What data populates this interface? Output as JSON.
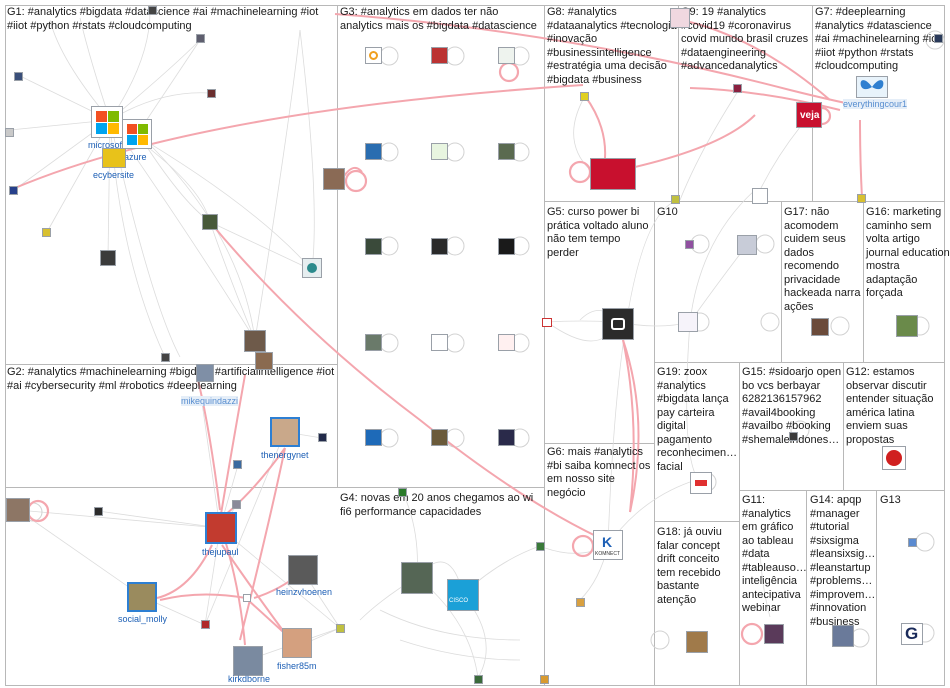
{
  "colors": {
    "edge_gray": "#d8d8d8",
    "edge_pink": "#f4a6ae",
    "edge_pink_strong": "#ef8c98",
    "label_text": "#1a1a1a",
    "node_name": "#1d5fb5",
    "grid_line": "#b8b8b8"
  },
  "groups": [
    {
      "id": "G1",
      "label": "G1: #analytics #bigdata #datascience #ai #machinelearning #iot #iiot #python #rstats #cloudcomputing"
    },
    {
      "id": "G2",
      "label": "G2: #analytics #machinelearning #bigdata #artificialintelligence #iot #ai #cybersecurity #ml #robotics #deeplearning"
    },
    {
      "id": "G3",
      "label": "G3: #analytics em dados ter não analytics mais os #bigdata #datascience"
    },
    {
      "id": "G4",
      "label": "G4: novas em 20 anos chegamos ao wi fi6 performance capacidades"
    },
    {
      "id": "G5",
      "label": "G5: curso power bi prática voltado aluno não tem tempo perder"
    },
    {
      "id": "G6",
      "label": "G6: mais #analytics #bi saiba komnect os em nosso site negócio"
    },
    {
      "id": "G7",
      "label": "G7: #deeplearning #analytics #datascience #ai #machinelearning #iot #iiot #python #rstats #cloudcomputing"
    },
    {
      "id": "G8",
      "label": "G8: #analytics #dataanalytics #tecnologia #inovação #businessintelligence #estratégia uma decisão #bigdata #business"
    },
    {
      "id": "G9",
      "label": "G9: 19 #analytics #covid19 #coronavirus covid mundo brasil cruzes #dataengineering #advancedanalytics"
    },
    {
      "id": "G10",
      "label": "G10"
    },
    {
      "id": "G11",
      "label": "G11: #analytics em gráfico ao tableau #data #tableauso… inteligência antecipativa webinar"
    },
    {
      "id": "G12",
      "label": "G12: estamos observar discutir entender situação américa latina enviem suas propostas"
    },
    {
      "id": "G13",
      "label": "G13"
    },
    {
      "id": "G14",
      "label": "G14: apqp #manager #tutorial #sixsigma #leansixsig… #leanstartup #problems… #improvem… #innovation #business"
    },
    {
      "id": "G15",
      "label": "G15: #sidoarjo open bo vcs berbayar 6282136157962 #avail4booking #availbo #booking #shemaleindones…"
    },
    {
      "id": "G16",
      "label": "G16: marketing caminho sem volta artigo journal education mostra adaptação forçada"
    },
    {
      "id": "G17",
      "label": "G17: não acomodem cuidem seus dados recomendo privacidade hackeada narra ações"
    },
    {
      "id": "G18",
      "label": "G18: já ouviu falar concept drift conceito tem recebido bastante atenção"
    },
    {
      "id": "G19",
      "label": "G19: zoox #analytics #bigdata lança pay carteira digital pagamento reconhecimen… facial"
    }
  ],
  "node_names": {
    "microsoft": "microsoft",
    "azure": "azure",
    "ecybersite": "ecybersite",
    "mikequindazzi": "mikequindazzi",
    "thenergynet": "thenergynet",
    "thejupaul": "thejupaul",
    "heinzvhoenen": "heinzvhoenen",
    "social_molly": "social_molly",
    "fisher85m": "fisher85m",
    "kirkdborne": "kirkdborne",
    "everythingcour1": "everythingcour1"
  },
  "icons": {
    "microsoft": "microsoft-logo-icon",
    "cisco": "cisco-logo-icon",
    "komnect": "komnect-logo-icon",
    "veja": "veja-logo-icon",
    "butterfly": "butterfly-icon",
    "google_g": "google-g-icon"
  },
  "logo_text": {
    "veja": "veja",
    "komnect": "KOMNECT",
    "cisco": "CISCO"
  }
}
